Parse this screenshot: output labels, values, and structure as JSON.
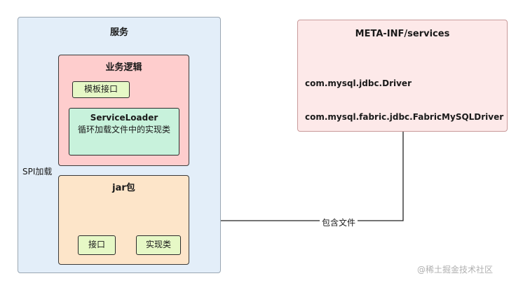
{
  "service": {
    "title": "服务"
  },
  "logic": {
    "title": "业务逻辑"
  },
  "template": {
    "label": "模板接口"
  },
  "loader": {
    "title": "ServiceLoader",
    "desc": "循环加载文件中的实现类"
  },
  "jar": {
    "title": "jar包"
  },
  "interface": {
    "label": "接口"
  },
  "impl": {
    "label": "实现类"
  },
  "meta": {
    "title": "META-INF/services",
    "lines": [
      "com.mysql.jdbc.Driver",
      "com.mysql.fabric.jdbc.FabricMySQLDriver"
    ]
  },
  "edges": {
    "spi": "SPI加载",
    "contains": "包含文件"
  },
  "watermark": "@稀土掘金技术社区"
}
